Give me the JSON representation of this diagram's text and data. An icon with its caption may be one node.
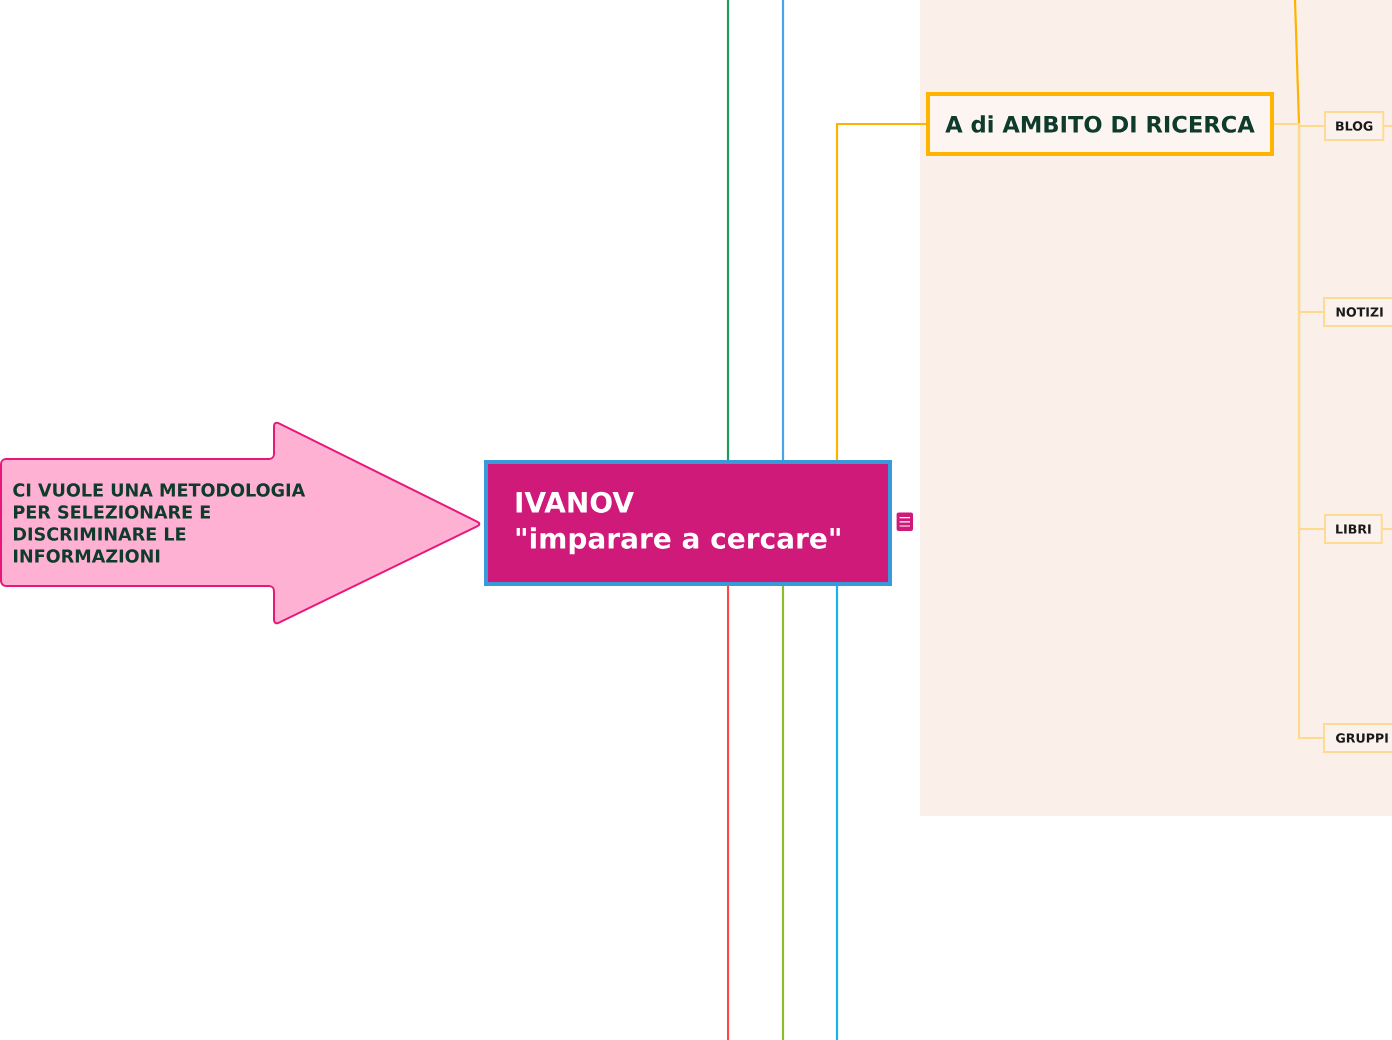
{
  "diagram": {
    "nodes": [
      {
        "text": [
          "CI VUOLE UNA METODOLOGIA PER SELEZIONARE E DISCRIMINARE LE INFORMAZIONI"
        ]
      },
      {
        "text": [
          "IVANOV",
          "\"imparare a cercare\""
        ]
      },
      {
        "text": [
          "A di AMBITO DI RICERCA"
        ]
      },
      {
        "text": [
          "BLOG"
        ]
      },
      {
        "text": [
          "NOTIZI"
        ]
      },
      {
        "text": [
          "LIBRI"
        ]
      },
      {
        "text": [
          "GRUPPI"
        ]
      }
    ],
    "edges": [
      {
        "from": 1,
        "to": 2,
        "arrow": "none",
        "color": "#ffb300"
      },
      {
        "from": 2,
        "to": 3,
        "arrow": "none"
      },
      {
        "from": 2,
        "to": 4,
        "arrow": "none"
      },
      {
        "from": 2,
        "to": 5,
        "arrow": "none"
      },
      {
        "from": 2,
        "to": 6,
        "arrow": "none"
      },
      {
        "from": 1,
        "to": null,
        "arrow": "none",
        "color": "#1e9c5a"
      },
      {
        "from": 1,
        "to": null,
        "arrow": "none",
        "color": "#4aa3e8"
      },
      {
        "from": 1,
        "to": null,
        "arrow": "none",
        "color": "#ff4545"
      },
      {
        "from": 1,
        "to": null,
        "arrow": "none",
        "color": "#8cbc2a"
      },
      {
        "from": 1,
        "to": null,
        "arrow": "none",
        "color": "#17b0f0"
      },
      {
        "from": 2,
        "to": null,
        "arrow": "none",
        "color": "#ffb300"
      },
      {
        "from": 3,
        "to": null,
        "arrow": "none"
      },
      {
        "from": 5,
        "to": null,
        "arrow": "none"
      }
    ]
  }
}
